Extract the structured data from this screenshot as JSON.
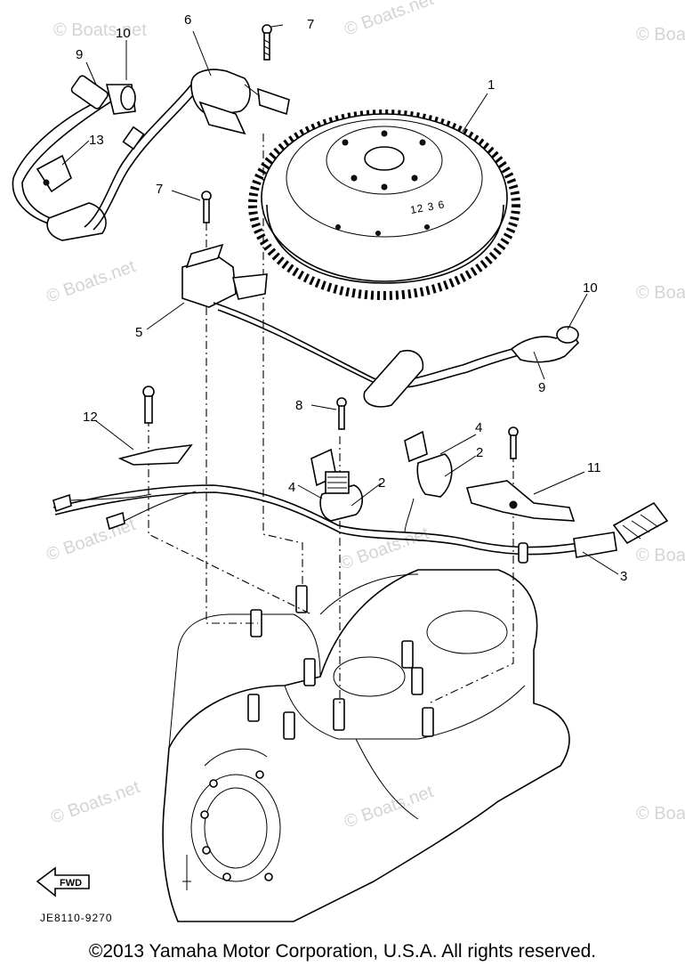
{
  "watermark": "© Boats.net",
  "callouts": [
    "1",
    "2",
    "2",
    "3",
    "4",
    "4",
    "5",
    "6",
    "7",
    "7",
    "8",
    "9",
    "9",
    "10",
    "10",
    "11",
    "12",
    "13"
  ],
  "flywheel_marking": "12 3 6",
  "fwd_label": "FWD",
  "diagram_code": "JE8110-9270",
  "copyright": "©2013 Yamaha Motor Corporation, U.S.A. All rights reserved."
}
